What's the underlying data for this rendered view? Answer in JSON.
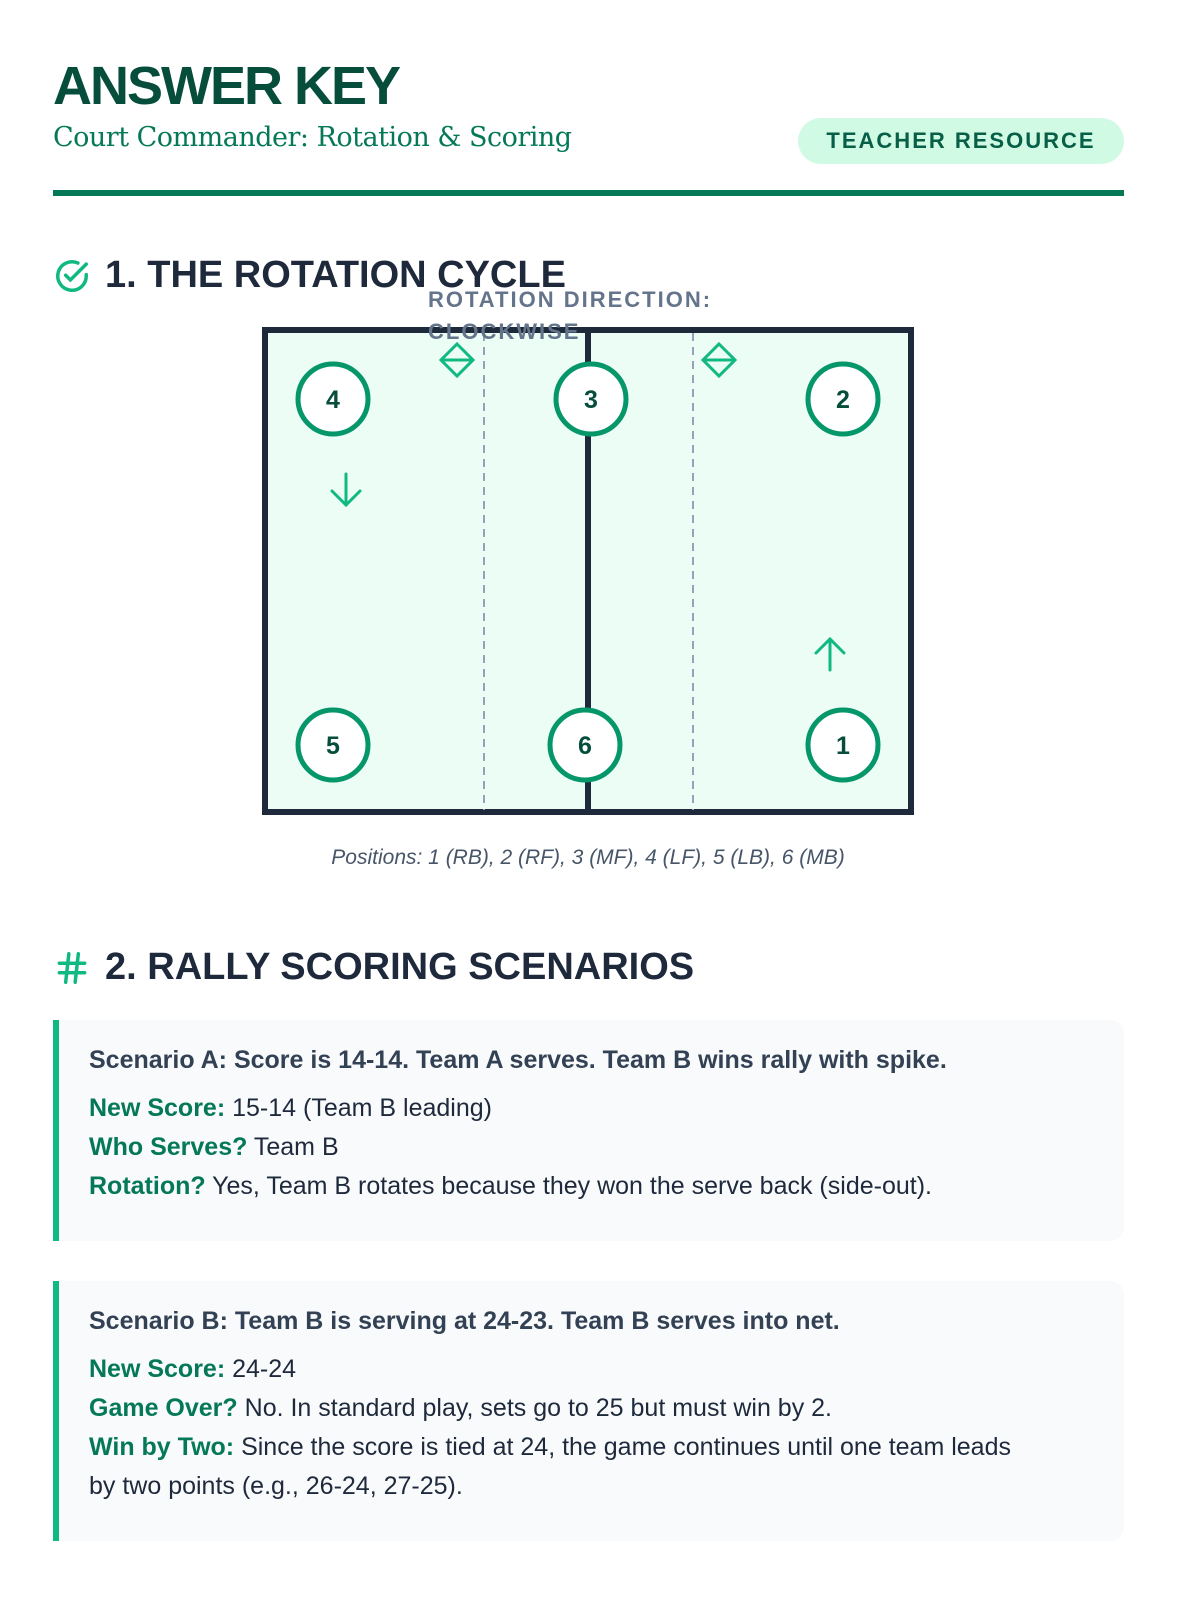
{
  "header": {
    "title": "ANSWER KEY",
    "subtitle": "Court Commander: Rotation & Scoring",
    "badge": "TEACHER RESOURCE"
  },
  "section1": {
    "heading": "1. THE ROTATION CYCLE",
    "direction_label": "ROTATION DIRECTION: CLOCKWISE",
    "positions": [
      "4",
      "3",
      "2",
      "5",
      "6",
      "1"
    ],
    "caption": "Positions: 1 (RB), 2 (RF), 3 (MF), 4 (LF), 5 (LB), 6 (MB)"
  },
  "section2": {
    "heading": "2. RALLY SCORING SCENARIOS",
    "scenarios": [
      {
        "question": "Scenario A: Score is 14-14. Team A serves. Team B wins rally with spike.",
        "answers": [
          {
            "key": "New Score:",
            "value": " 15-14 (Team B leading)"
          },
          {
            "key": "Who Serves?",
            "value": " Team B"
          },
          {
            "key": "Rotation?",
            "value": " Yes, Team B rotates because they won the serve back (side-out)."
          }
        ]
      },
      {
        "question": "Scenario B: Team B is serving at 24-23. Team B serves into net.",
        "answers": [
          {
            "key": "New Score:",
            "value": " 24-24"
          },
          {
            "key": "Game Over?",
            "value": " No. In standard play, sets go to 25 but must win by 2."
          },
          {
            "key": "Win by Two:",
            "value": " Since the score is tied at 24, the game continues until one team leads by two points (e.g., 26-24, 27-25)."
          }
        ]
      }
    ]
  },
  "colors": {
    "accent": "#10b981",
    "dark_green": "#064e3b",
    "court_fill": "#ecfdf5"
  }
}
